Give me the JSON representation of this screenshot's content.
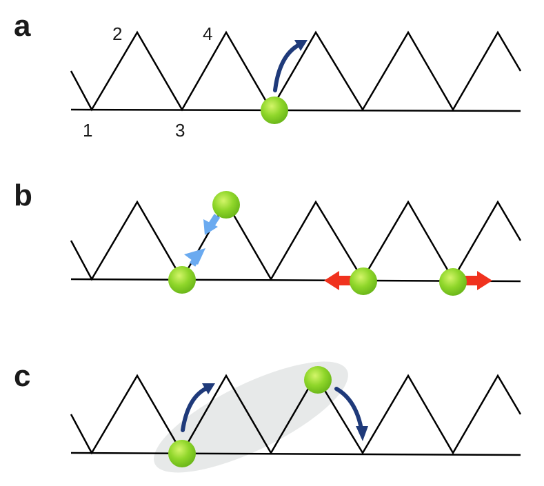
{
  "panels": [
    {
      "id": "a",
      "label": "a"
    },
    {
      "id": "b",
      "label": "b"
    },
    {
      "id": "c",
      "label": "c"
    }
  ],
  "site_labels": [
    "1",
    "2",
    "3",
    "4"
  ],
  "colors": {
    "lattice": "#000000",
    "particle": "#8fd62a",
    "particle_highlight": "#c8f05a",
    "hop_arrow": "#1f3a7a",
    "interaction_arrow": "#6aaaf0",
    "repulsion_arrow": "#f0321e",
    "correlation_region": "#e4e7e7"
  }
}
